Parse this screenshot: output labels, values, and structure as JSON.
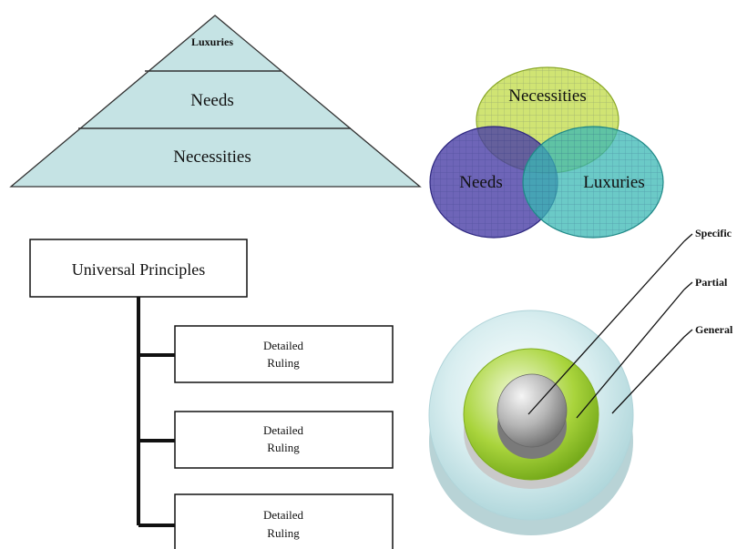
{
  "pyramid": {
    "top_label": "Luxuries",
    "middle_label": "Needs",
    "bottom_label": "Necessities",
    "fill_color": "#c5e3e4"
  },
  "venn": {
    "top_label": "Necessities",
    "left_label": "Needs",
    "right_label": "Luxuries",
    "top_color": "#c8df5a",
    "left_color": "#4a3fa6",
    "right_color": "#39b8b4"
  },
  "hierarchy": {
    "root_label": "Universal Principles",
    "children": [
      {
        "line1": "Detailed",
        "line2": "Ruling"
      },
      {
        "line1": "Detailed",
        "line2": "Ruling"
      },
      {
        "line1": "Detailed",
        "line2": "Ruling"
      }
    ]
  },
  "rings": {
    "labels": [
      "Specific",
      "Partial",
      "General"
    ],
    "outer_color": "#c6e4e8",
    "middle_color": "#9ccc2c",
    "inner_color": "#9a9a9a"
  }
}
